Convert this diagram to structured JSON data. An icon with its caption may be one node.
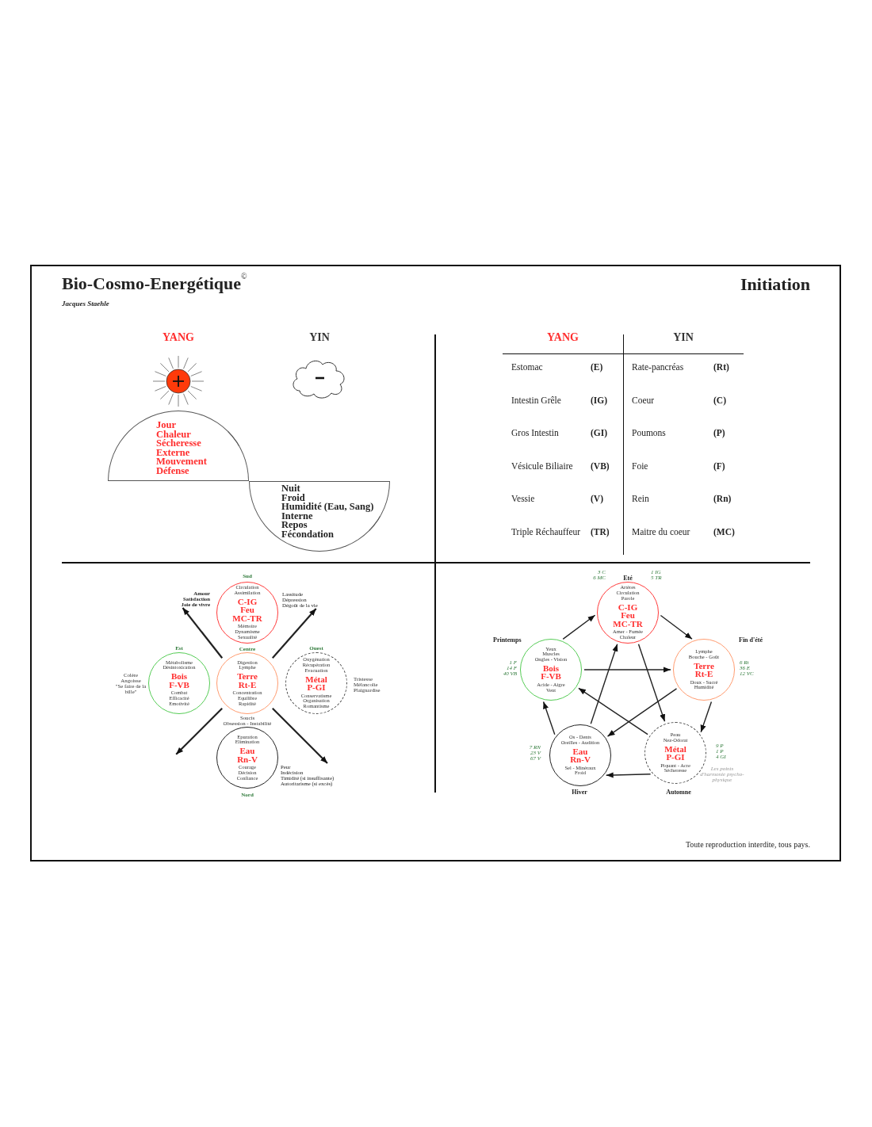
{
  "diagram": {
    "title": "Bio-Cosmo-Energétique$^{©}$",
    "nodes": [
      {
        "text": [
          "Jour",
          "Chaleur",
          "Sécheresse",
          "Externe",
          "Mouvement",
          "Défense"
        ]
      },
      {
        "text": [
          "Nuit",
          "Froid",
          "Humidité (Eau, Sang)",
          "Interne",
          "Repos",
          "Fécondation"
        ]
      },
      {
        "text": [
          "Circulation",
          "Assimilation",
          "C-IG Feu MC-TR",
          "Mémoire",
          "Dynamisme",
          "Sexualité"
        ],
        "beside": [
          "Sud"
        ]
      },
      {
        "text": [
          "Métabolisme",
          "Désintoxication",
          "Bois F-VB",
          "Combat",
          "Efficacité",
          "Emotivité"
        ],
        "beside": [
          "Est",
          "Colère",
          "Angoisse",
          "\"Se faire de la bille\""
        ]
      },
      {
        "text": [
          "Digestion",
          "Lymphe",
          "Terre Rt-E",
          "Concentration",
          "Equilibre",
          "Rapidité"
        ],
        "beside": [
          "Centre",
          "Soucis",
          "Obsession - Instabilité"
        ]
      },
      {
        "text": [
          "Oxygénation",
          "Récupération",
          "Evacuation",
          "Métal P-GI",
          "Conservatisme",
          "Organisation",
          "Romantisme"
        ],
        "beside": [
          "Ouest",
          "Tristesse",
          "Mélancolie",
          "Plaignardise"
        ]
      },
      {
        "text": [
          "Epuration",
          "Elimination",
          "Eau Rn-V",
          "Courage",
          "Décision",
          "Confiance"
        ],
        "beside": [
          "Nord"
        ]
      },
      {
        "text": [
          "Amour",
          "Satisfaction",
          "Joie de vivre"
        ]
      },
      {
        "text": [
          "Lassitude",
          "Dépression",
          "Dégoût de la vie"
        ]
      },
      {
        "text": [
          "Peur",
          "Indécision",
          "Timidité (si insuffisante)",
          "Autoritarisme (si excès)"
        ]
      },
      {
        "text": [
          "Artères",
          "Circulation",
          "Parole",
          "C-IG Feu MC-TR",
          "Amer - Fumée",
          "Chaleur"
        ],
        "beside": [
          "Eté",
          "3 C",
          "6 MC",
          "1 IG",
          "5 TR"
        ]
      },
      {
        "text": [
          "Yeux",
          "Muscles",
          "Ongles - Vision",
          "Bois F-VB",
          "Acide - Aigre",
          "Vent"
        ],
        "beside": [
          "Printemps",
          "1 F",
          "14 F",
          "40 VB"
        ]
      },
      {
        "text": [
          "Lymphe",
          "Bouche - Goût",
          "Terre Rt-E",
          "Doux - Sucré",
          "Humidité"
        ],
        "beside": [
          "Fin d'été",
          "6 Rt",
          "36 E",
          "12 VC"
        ]
      },
      {
        "text": [
          "Os - Dents",
          "Oreilles - Audition",
          "Eau Rn-V",
          "Sel - Minéraux",
          "Froid"
        ],
        "beside": [
          "Hiver",
          "7 RN",
          "23 V",
          "67 V"
        ]
      },
      {
        "text": [
          "Peau",
          "Nez-Odorat",
          "Métal P-GI",
          "Piquant - Acre",
          "Sécheresse"
        ],
        "beside": [
          "Automne",
          "9 P",
          "1 P",
          "4 GI"
        ]
      }
    ],
    "edges": [
      {
        "from": 4,
        "to": 7,
        "arrow": "to"
      },
      {
        "from": 4,
        "to": 8,
        "arrow": "to"
      },
      {
        "from": 4,
        "to": null,
        "arrow": "to"
      },
      {
        "from": 4,
        "to": 9,
        "arrow": "to"
      },
      {
        "from": 11,
        "to": 10,
        "arrow": "to"
      },
      {
        "from": 10,
        "to": 12,
        "arrow": "to"
      },
      {
        "from": 12,
        "to": 14,
        "arrow": "to"
      },
      {
        "from": 14,
        "to": 13,
        "arrow": "to"
      },
      {
        "from": 13,
        "to": 11,
        "arrow": "to"
      },
      {
        "from": 11,
        "to": 12,
        "arrow": "to"
      },
      {
        "from": 12,
        "to": 13,
        "arrow": "to"
      },
      {
        "from": 13,
        "to": 10,
        "arrow": "to"
      },
      {
        "from": 10,
        "to": 14,
        "arrow": "to"
      },
      {
        "from": 14,
        "to": 11,
        "arrow": "to"
      }
    ],
    "labels": [
      "Jacques Staehle",
      "Initiation",
      "YANG",
      "YIN",
      "YANG",
      "YIN",
      "Estomac",
      "(E)",
      "Rate-pancréas",
      "(Rt)",
      "Intestin Grêle",
      "(IG)",
      "Coeur",
      "(C)",
      "Gros Intestin",
      "(GI)",
      "Poumons",
      "(P)",
      "Vésicule Biliaire",
      "(VB)",
      "Foie",
      "(F)",
      "Vessie",
      "(V)",
      "Rein",
      "(Rn)",
      "Triple Réchauffeur",
      "(TR)",
      "Maitre du coeur",
      "(MC)",
      "Les points d'harmonie psycho-physique",
      "Toute reproduction interdite, tous pays."
    ]
  }
}
